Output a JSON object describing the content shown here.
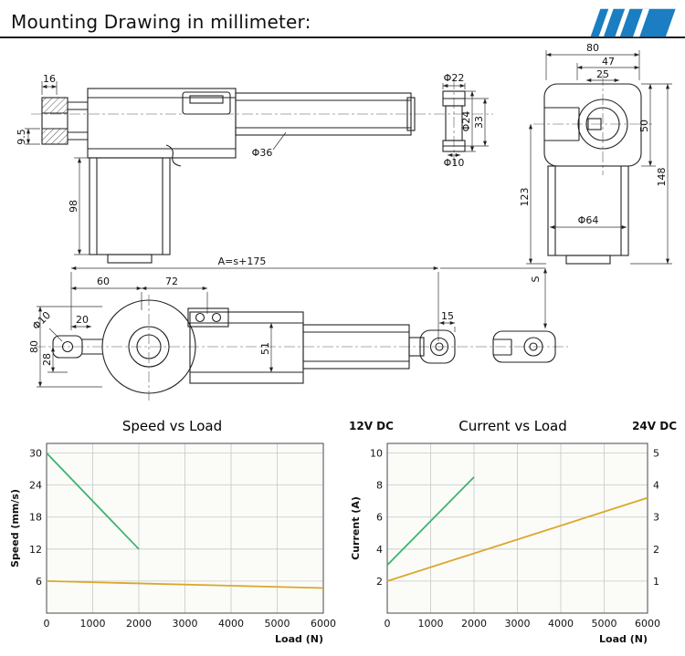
{
  "header": {
    "title": "Mounting Drawing in millimeter:"
  },
  "logo": {
    "color": "#1b7ec2"
  },
  "drawing": {
    "side_view": {
      "w16": "16",
      "h95": "9.5",
      "h98": "98",
      "phi36": "Φ36"
    },
    "rod_detail": {
      "phi22": "Φ22",
      "phi24": "Φ24",
      "l33": "33",
      "phi10": "Φ10"
    },
    "end_view": {
      "w80": "80",
      "w47": "47",
      "w25": "25",
      "h50": "50",
      "h148": "148",
      "h123": "123",
      "phi64": "Φ64"
    },
    "top_view": {
      "a": "A=s+175",
      "w60": "60",
      "w72": "72",
      "phi10": "Φ10",
      "w20": "20",
      "h80": "80",
      "h28": "28",
      "h51": "51",
      "w15": "15",
      "s": "S"
    }
  },
  "chart_data": [
    {
      "type": "line",
      "title": "Speed vs Load",
      "xlabel": "Load (N)",
      "ylabel": "Speed (mm/s)",
      "xlim": [
        0,
        6000
      ],
      "ylim": [
        0,
        30
      ],
      "x_ticks": [
        0,
        1000,
        2000,
        3000,
        4000,
        5000,
        6000
      ],
      "y_ticks": [
        6,
        12,
        18,
        24,
        30
      ],
      "grid": true,
      "series": [
        {
          "name": "green-line",
          "color": "#3cb371",
          "x": [
            0,
            2000
          ],
          "y": [
            30,
            12
          ]
        },
        {
          "name": "yellow-line",
          "color": "#d9a82a",
          "x": [
            0,
            6000
          ],
          "y": [
            6,
            4.7
          ]
        }
      ]
    },
    {
      "type": "line",
      "title": "Current vs Load",
      "xlabel": "Load (N)",
      "ylabel": "Current (A)",
      "left_axis_label": "12V DC",
      "right_axis_label": "24V DC",
      "xlim": [
        0,
        6000
      ],
      "ylim": [
        0,
        10
      ],
      "ylim_right": [
        0,
        5
      ],
      "x_ticks": [
        0,
        1000,
        2000,
        3000,
        4000,
        5000,
        6000
      ],
      "y_ticks": [
        2,
        4,
        6,
        8,
        10
      ],
      "y_ticks_right": [
        1,
        2,
        3,
        4,
        5
      ],
      "grid": true,
      "series": [
        {
          "name": "green-line",
          "color": "#3cb371",
          "x": [
            0,
            2000
          ],
          "y": [
            3,
            8.5
          ]
        },
        {
          "name": "yellow-line",
          "color": "#d9a82a",
          "x": [
            0,
            6000
          ],
          "y": [
            2,
            7.2
          ]
        }
      ]
    }
  ]
}
